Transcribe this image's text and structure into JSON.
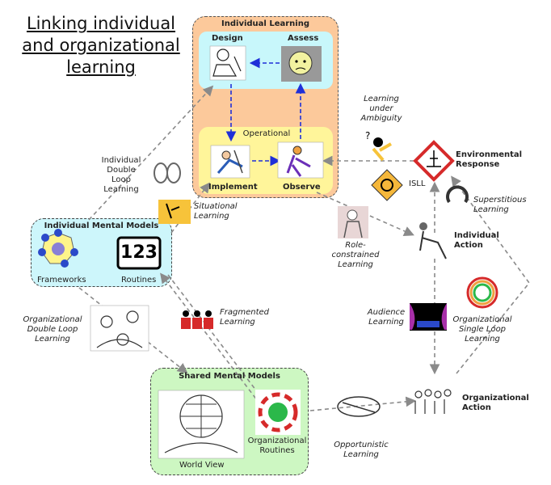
{
  "title": [
    "Linking individual",
    "and organizational",
    "learning"
  ],
  "individual_learning": {
    "heading": "Individual Learning",
    "design": "Design",
    "assess": "Assess",
    "operational": "Operational",
    "implement": "Implement",
    "observe": "Observe"
  },
  "individual_mental_models": {
    "heading": "Individual Mental Models",
    "frameworks": "Frameworks",
    "routines": "Routines",
    "routines_icon_text": "123"
  },
  "shared_mental_models": {
    "heading": "Shared Mental Models",
    "world_view": "World View",
    "org_routines": [
      "Organizational",
      "Routines"
    ]
  },
  "labels": {
    "individual_double_loop": [
      "Individual",
      "Double",
      "Loop",
      "Learning"
    ],
    "situational": [
      "Situational",
      "Learning"
    ],
    "learning_under_ambiguity": [
      "Learning",
      "under",
      "Ambiguity"
    ],
    "environmental_response": [
      "Environmental",
      "Response"
    ],
    "isll": "ISLL",
    "superstitious": [
      "Superstitious",
      "Learning"
    ],
    "role_constrained": [
      "Role-",
      "constrained",
      "Learning"
    ],
    "individual_action": [
      "Individual",
      "Action"
    ],
    "org_double_loop": [
      "Organizational",
      "Double Loop",
      "Learning"
    ],
    "fragmented": [
      "Fragmented",
      "Learning"
    ],
    "audience": [
      "Audience",
      "Learning"
    ],
    "org_single_loop": [
      "Organizational",
      "Single Loop",
      "Learning"
    ],
    "organizational_action": [
      "Organizational",
      "Action"
    ],
    "opportunistic": [
      "Opportunistic",
      "Learning"
    ]
  },
  "colors": {
    "individual_learning_fill": "#fcc99b",
    "design_assess_fill": "#c8f7fb",
    "operational_fill": "#fff59a",
    "mental_models_fill": "#cdf6fb",
    "shared_models_fill": "#cdf7c2",
    "arrow_blue": "#1f2fd8",
    "arrow_gray": "#8a8a8a"
  }
}
